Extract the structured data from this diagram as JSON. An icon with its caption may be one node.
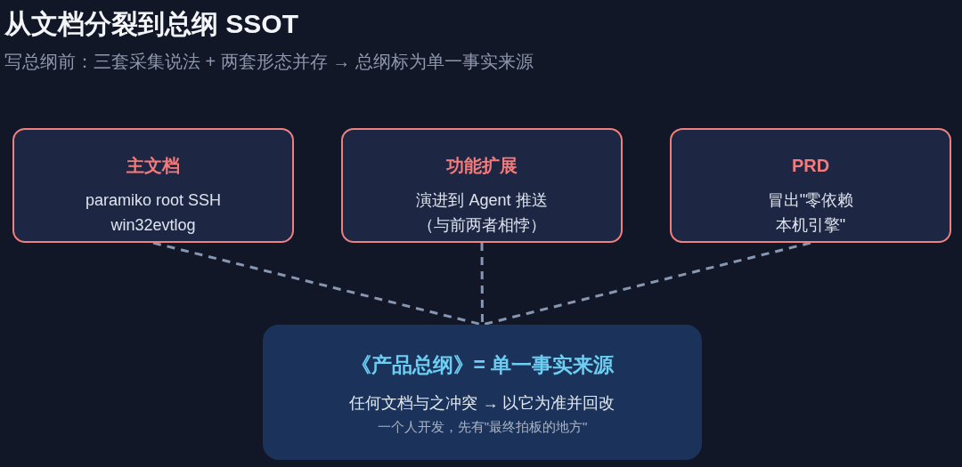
{
  "diagram": {
    "title": "从文档分裂到总纲 SSOT",
    "nodes": [
      {
        "text": [
          "主文档",
          "paramiko root SSH",
          "win32evtlog"
        ]
      },
      {
        "text": [
          "功能扩展",
          "演进到 Agent 推送",
          "（与前两者相悖）"
        ]
      },
      {
        "text": [
          "PRD",
          "冒出\"零依赖本机引擎\""
        ]
      },
      {
        "text": [
          "《产品总纲》= 单一事实来源",
          "任何文档与之冲突 → 以它为准并回改",
          "一个人开发，先有\"最终拍板的地方\""
        ]
      }
    ],
    "edges": [
      {
        "from": 0,
        "to": 3,
        "arrow": "none",
        "style": "dashed"
      },
      {
        "from": 1,
        "to": 3,
        "arrow": "none",
        "style": "dashed"
      },
      {
        "from": 2,
        "to": 3,
        "arrow": "none",
        "style": "dashed"
      }
    ],
    "labels": [
      "写总纲前：三套采集说法 + 两套形态并存 → 总纲标为单一事实来源"
    ]
  }
}
